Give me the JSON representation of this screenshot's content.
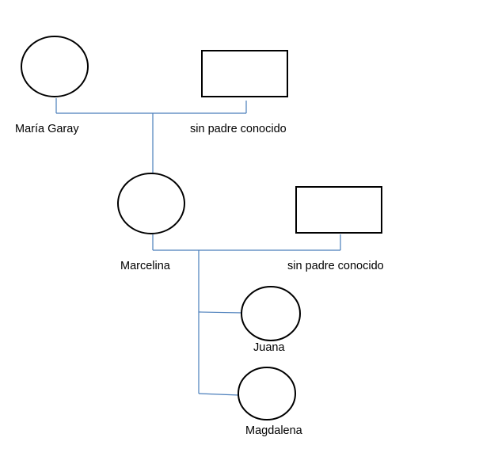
{
  "colors": {
    "connector": "#4a7ebb",
    "shape_stroke": "#000000",
    "background": "#ffffff"
  },
  "people": {
    "maria_garay": {
      "label": "María Garay",
      "shape": "circle"
    },
    "father_1": {
      "label": "sin padre conocido",
      "shape": "rectangle"
    },
    "marcelina": {
      "label": "Marcelina",
      "shape": "circle"
    },
    "father_2": {
      "label": "sin padre conocido",
      "shape": "rectangle"
    },
    "juana": {
      "label": "Juana",
      "shape": "circle"
    },
    "magdalena": {
      "label": "Magdalena",
      "shape": "circle"
    }
  }
}
